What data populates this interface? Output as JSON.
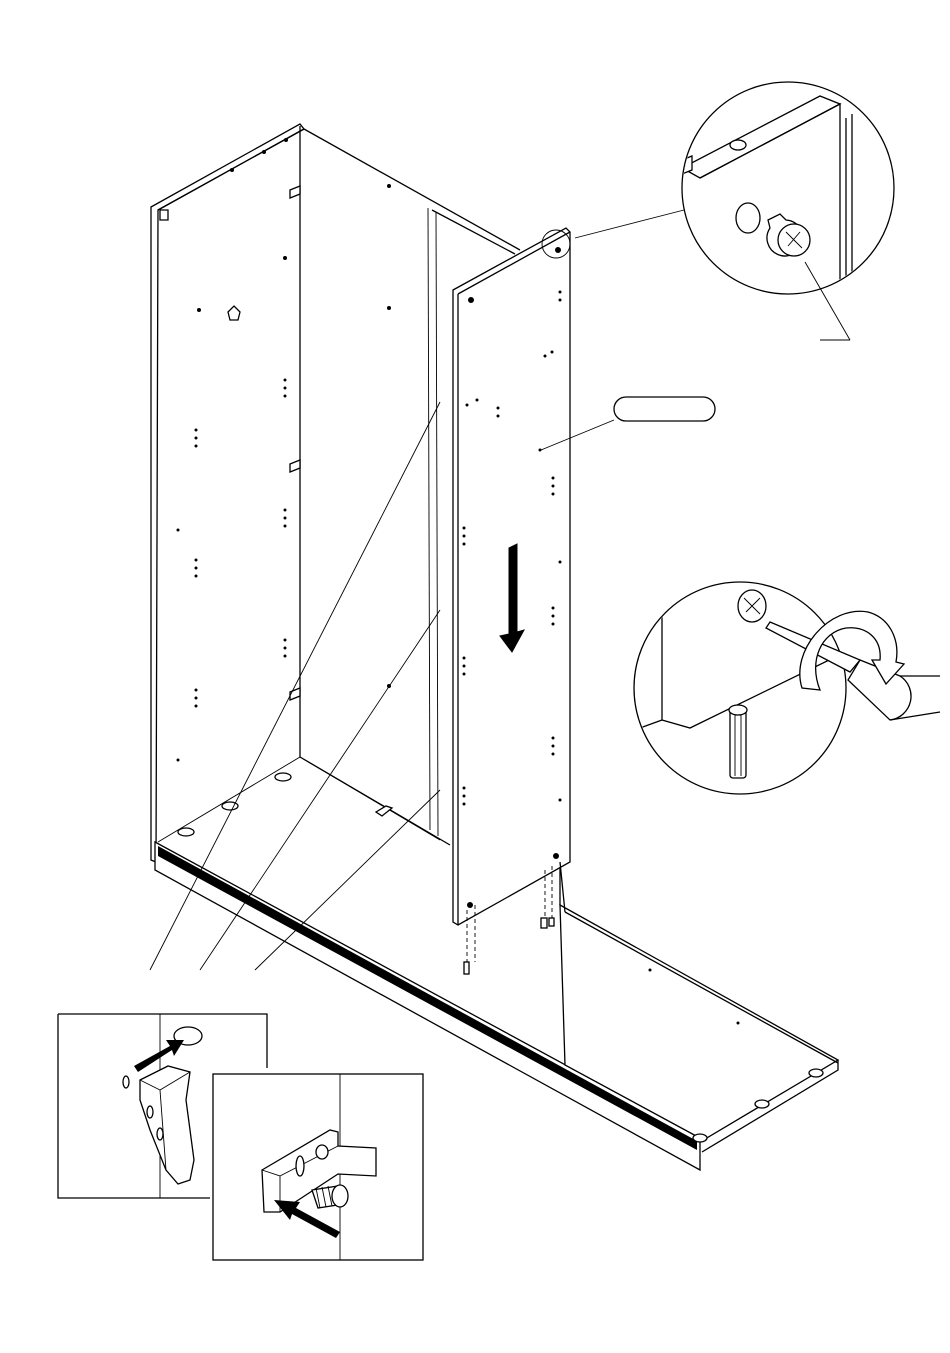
{
  "callout_label": "",
  "colors": {
    "line": "#000000",
    "background": "#ffffff",
    "fill_dark": "#000000"
  },
  "icons": {
    "main": "wardrobe-carcass-assembly",
    "panel": "side-panel-insert",
    "arrow": "down-arrow",
    "cam": "cam-lock",
    "screwdriver": "screwdriver",
    "rotate": "rotate-arrow",
    "dowel": "wooden-dowel",
    "bracket": "corner-bracket",
    "screw": "screw"
  }
}
